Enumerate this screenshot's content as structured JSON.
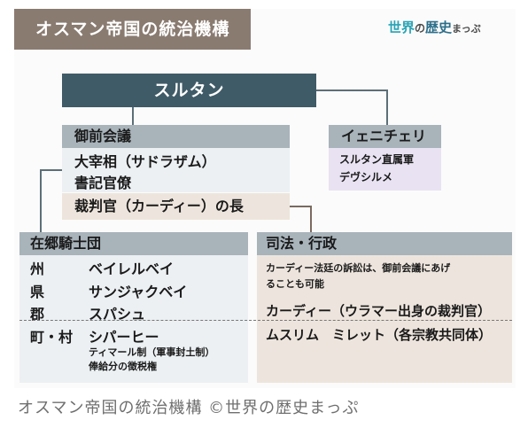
{
  "diagram": {
    "title": "オスマン帝国の統治機構",
    "brand": {
      "part1": "世界",
      "part2": "の",
      "part3": "歴史",
      "part4": "まっぷ"
    },
    "sultan": "スルタン",
    "council": {
      "header": "御前会議",
      "rows": [
        "大宰相（サドラザム）",
        "書記官僚"
      ],
      "judge_row": "裁判官（カーディー）の長"
    },
    "janissary": {
      "header": "イェニチェリ",
      "rows": [
        "スルタン直属軍",
        "デヴシルメ"
      ]
    },
    "local": {
      "header": "在郷騎士団",
      "rows": [
        {
          "name": "州",
          "value": "ベイレルベイ"
        },
        {
          "name": "県",
          "value": "サンジャクベイ"
        },
        {
          "name": "郡",
          "value": "スパシュ"
        },
        {
          "name": "町・村",
          "value": "シパーヒー"
        }
      ],
      "timar_lines": [
        "ティマール制（軍事封土制）",
        "俸給分の徴税権"
      ]
    },
    "justice": {
      "header": "司法・行政",
      "note_lines": [
        "カーディー法廷の訴訟は、御前会議にあげ",
        "ることも可能"
      ],
      "qadi": "カーディー（ウラマー出身の裁判官）",
      "millet": "ムスリム　ミレット（各宗教共同体）"
    },
    "caption": "オスマン帝国の統治機構 ©世界の歴史まっぷ",
    "colors": {
      "title_bg": "#8a7b71",
      "sultan_bg": "#3f5b67",
      "header_bg": "#a8b3ba",
      "blue_body": "#ecf0f3",
      "beige_body": "#ede5dd",
      "lavender_body": "#e9e2f2",
      "brand_teal": "#29a3b5",
      "line": "#5c6f78"
    }
  }
}
